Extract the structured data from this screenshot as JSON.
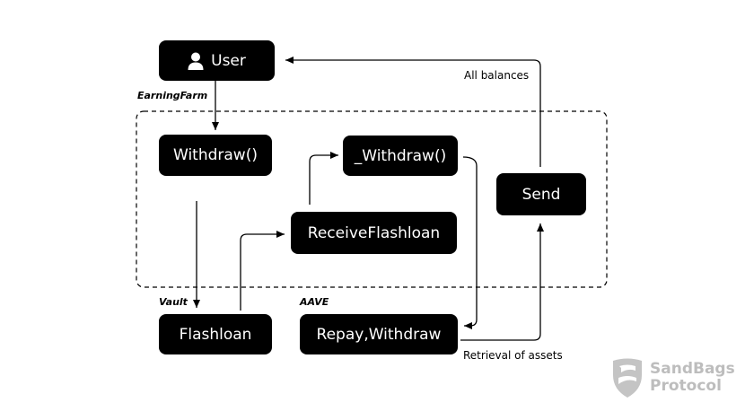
{
  "nodes": {
    "user": "User",
    "withdraw": "Withdraw()",
    "internal_withdraw": "_Withdraw()",
    "receive_flashloan": "ReceiveFlashloan",
    "send": "Send",
    "flashloan": "Flashloan",
    "repay_withdraw": "Repay,Withdraw"
  },
  "groups": {
    "earningfarm": "EarningFarm",
    "vault": "Vault",
    "aave": "AAVE"
  },
  "edge_labels": {
    "all_balances": "All balances",
    "retrieval_of_assets": "Retrieval of assets"
  },
  "watermark": {
    "line1": "SandBags",
    "line2": "Protocol"
  },
  "colors": {
    "node_fill": "#000000",
    "node_text": "#ffffff",
    "watermark": "#bdbdbd"
  }
}
